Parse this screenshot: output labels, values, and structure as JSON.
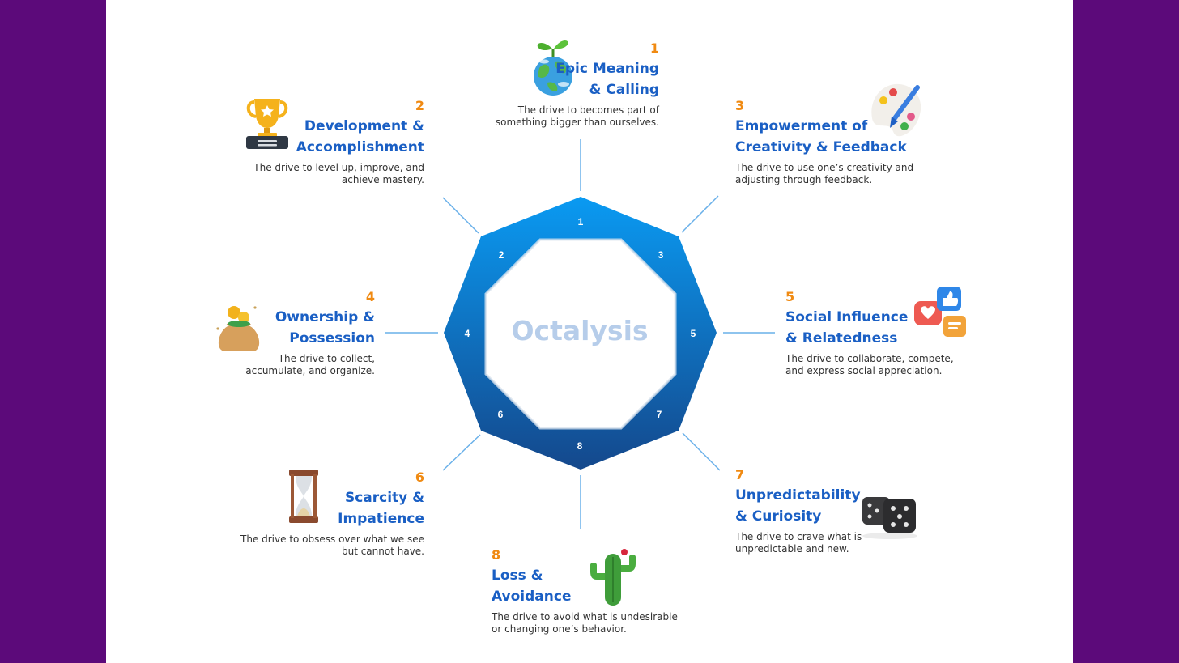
{
  "center": {
    "label": "Octalysis"
  },
  "colors": {
    "background": "#5c0a7a",
    "accent_number": "#f08a12",
    "title": "#1a5fc4",
    "octagon_top": "#0a9af2",
    "octagon_bottom": "#14488c",
    "center_text": "#b6cdea"
  },
  "drives": [
    {
      "number": "1",
      "title_lines": [
        "Epic Meaning",
        "& Calling"
      ],
      "desc_lines": [
        "The drive to becomes part of",
        "something bigger than ourselves."
      ],
      "icon": "earth-sprout-icon"
    },
    {
      "number": "2",
      "title_lines": [
        "Development &",
        "Accomplishment"
      ],
      "desc_lines": [
        "The drive to level up, improve, and",
        "achieve mastery."
      ],
      "icon": "trophy-icon"
    },
    {
      "number": "3",
      "title_lines": [
        "Empowerment of",
        "Creativity & Feedback"
      ],
      "desc_lines": [
        "The drive to use one’s creativity and",
        "adjusting through feedback."
      ],
      "icon": "paint-palette-icon"
    },
    {
      "number": "4",
      "title_lines": [
        "Ownership &",
        "Possession"
      ],
      "desc_lines": [
        "The drive to collect,",
        "accumulate, and organize."
      ],
      "icon": "money-bag-icon"
    },
    {
      "number": "5",
      "title_lines": [
        "Social Influence",
        "& Relatedness"
      ],
      "desc_lines": [
        "The drive to collaborate, compete,",
        "and express social appreciation."
      ],
      "icon": "social-reactions-icon"
    },
    {
      "number": "6",
      "title_lines": [
        "Scarcity &",
        "Impatience"
      ],
      "desc_lines": [
        "The drive to obsess over what we see",
        "but cannot have."
      ],
      "icon": "hourglass-icon"
    },
    {
      "number": "7",
      "title_lines": [
        "Unpredictability",
        "& Curiosity"
      ],
      "desc_lines": [
        "The drive to crave what is",
        "unpredictable and new."
      ],
      "icon": "dice-icon"
    },
    {
      "number": "8",
      "title_lines": [
        "Loss &",
        "Avoidance"
      ],
      "desc_lines": [
        "The drive to avoid what is undesirable",
        "or changing one’s behavior."
      ],
      "icon": "cactus-icon"
    }
  ]
}
